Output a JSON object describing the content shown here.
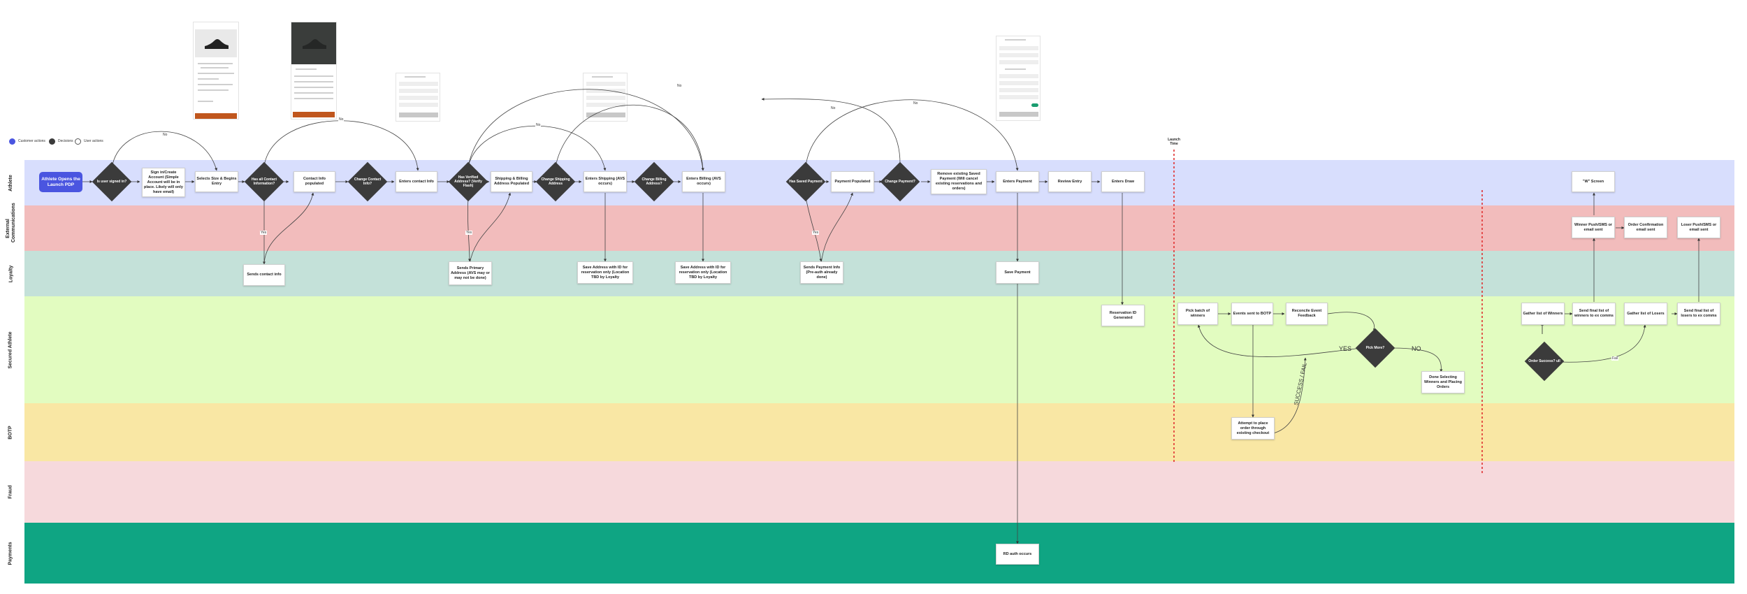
{
  "legend": {
    "customer_actions": "Customer actions",
    "decisions": "Decisions",
    "user_actions": "User actions"
  },
  "lanes": {
    "athlete": {
      "label": "Athlete",
      "color": "#d8defd"
    },
    "external": {
      "label": "External Communications",
      "color": "#f2bcbc"
    },
    "loyalty": {
      "label": "Loyalty",
      "color": "#c4e1d9"
    },
    "secured": {
      "label": "Secured Athlete",
      "color": "#e2fcc0"
    },
    "botp": {
      "label": "BOTP",
      "color": "#f9e7a4"
    },
    "fraud": {
      "label": "Fraud",
      "color": "#f6d9dc"
    },
    "payments": {
      "label": "Payments",
      "color": "#0fa583"
    }
  },
  "nodes": {
    "start": "Athlete Opens the Launch PDP",
    "signin": "Sign in/Create Account (Simple Account will be in place. Likely will only have email)",
    "selects_size": "Selects Size & Begins Entry",
    "contact_populated": "Contact Info populated",
    "enters_contact": "Enters contact Info",
    "shipping_billing": "Shipping & Billing Address Populated",
    "enters_shipping": "Enters Shipping (AVS occurs)",
    "enters_billing": "Enters Billing (AVS occurs)",
    "payment_populated": "Payment Populated",
    "remove_payment": "Remove existing Saved Payment (Will cancel existing reservations and orders)",
    "enters_payment": "Enters Payment",
    "review_entry": "Review Entry",
    "enters_draw": "Enters Draw",
    "w_screen": "\"W\" Screen",
    "sends_contact": "Sends contact info",
    "sends_primary": "Sends Primary Address (AVS may or may not be done)",
    "save_ship_addr": "Save Address with ID for reservation only (Location TBD by Loyalty",
    "save_bill_addr": "Save Address with ID for reservation only (Location TBD by Loyalty",
    "sends_payment": "Sends Payment Info (Pre-auth already done)",
    "save_payment": "Save Payment",
    "reservation_id": "Reservation ID Generated",
    "pick_batch": "Pick batch of winners",
    "events_sent": "Events sent to BOTP",
    "reconcile": "Reconcile Event Feedback",
    "done_selecting": "Done Selecting Winners and Placing Orders",
    "gather_winners": "Gather list of Winners",
    "send_winners": "Send final list of winners to ex comms",
    "gather_losers": "Gather list of Losers",
    "send_losers": "Send final list of losers to ex comms",
    "winner_push": "Winner Push/SMS or email sent",
    "order_confirm": "Order Confirmation email sent",
    "loser_push": "Loser Push/SMS or email sent",
    "attempt_order": "Attempt to place order through existing checkout",
    "rd_auth": "RD auth occurs"
  },
  "decisions": {
    "signed_in": "Is user signed in?",
    "contact_info": "Has all Contact Information?",
    "change_contact": "Change Contact Info?",
    "verified_address": "Has Verified Address? (Verify Flash)",
    "change_shipping": "Change Shipping Address",
    "change_billing": "Change Billing Address?",
    "saved_payment": "Has Saved Payment",
    "change_payment": "Change Payment?",
    "pick_more": "Pick More?",
    "order_success": "Order Success? ull"
  },
  "edge_labels": {
    "no": "No",
    "yes": "Yes",
    "yes_big": "YES",
    "no_big": "NO",
    "success_fail": "SUCCESS / FAIL",
    "fail": "Fail"
  },
  "launch_time": "Launch Time",
  "colors": {
    "primary_blue": "#4a55e0",
    "decision_dark": "#3b3b3b",
    "launch_red": "#e03030",
    "button_orange": "#c0561d"
  }
}
